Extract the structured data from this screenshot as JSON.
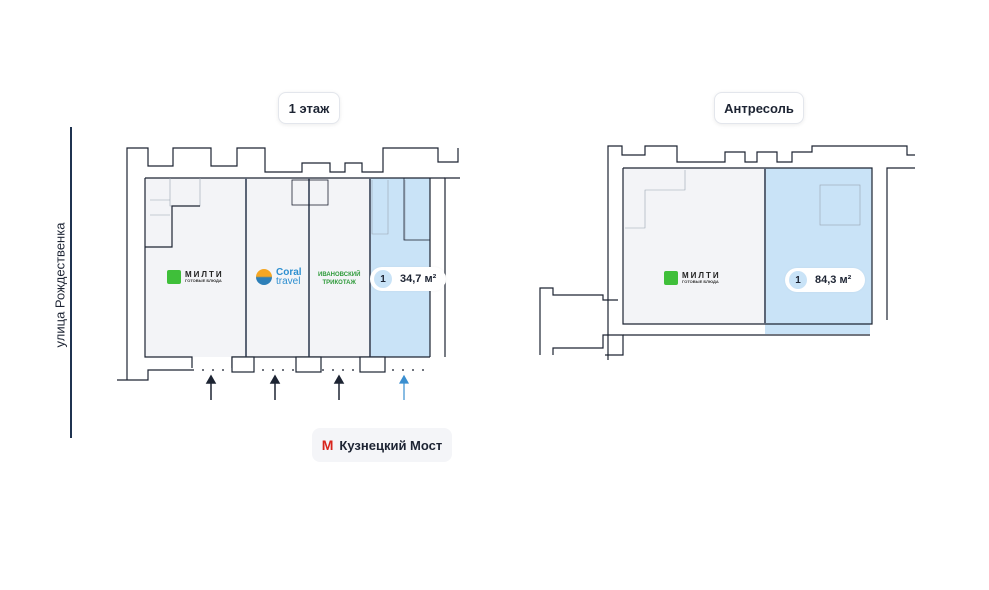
{
  "street": "улица Рождественка",
  "floors": [
    {
      "title": "1 этаж",
      "unit": {
        "number": "1",
        "area": "34,7 м²"
      },
      "tenants": [
        {
          "name": "МИЛТИ",
          "subtitle": "ГОТОВЫЕ БЛЮДА"
        },
        {
          "name": "Coral",
          "subtitle": "travel"
        },
        {
          "name": "ИВАНОВСКИЙ",
          "subtitle": "ТРИКОТАЖ"
        }
      ]
    },
    {
      "title": "Антресоль",
      "unit": {
        "number": "1",
        "area": "84,3 м²"
      },
      "tenants": [
        {
          "name": "МИЛТИ",
          "subtitle": "ГОТОВЫЕ БЛЮДА"
        }
      ]
    }
  ],
  "metro": {
    "station": "Кузнецкий Мост",
    "icon": "metro-m-icon",
    "color": "#d8241c"
  },
  "colors": {
    "available": "#c9e3f7",
    "occupied": "#f3f4f7",
    "wall": "#1d2433"
  }
}
